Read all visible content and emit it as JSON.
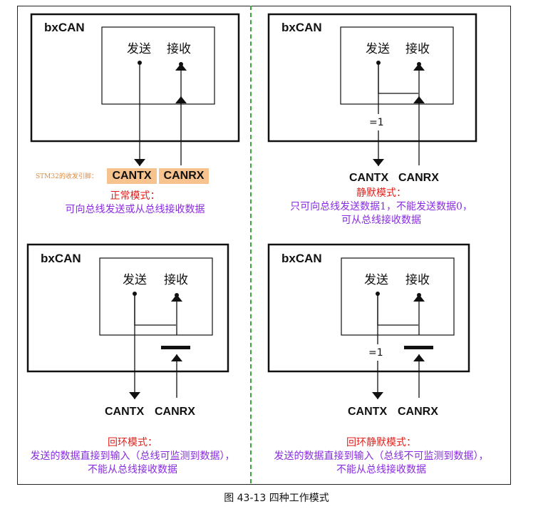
{
  "caption": "图 43-13 四种工作模式",
  "stm32_pins_label": "STM32的收发引脚：",
  "panels": [
    {
      "title": "bxCAN",
      "send": "发送",
      "receive": "接收",
      "pin_tx": "CANTX",
      "pin_rx": "CANRX",
      "mode_name": "正常模式：",
      "desc_lines": [
        "可向总线发送或从总线接收数据"
      ]
    },
    {
      "title": "bxCAN",
      "send": "发送",
      "receive": "接收",
      "logic": "=1",
      "pin_tx": "CANTX",
      "pin_rx": "CANRX",
      "mode_name": "静默模式：",
      "desc_lines": [
        "只可向总线发送数据1，不能发送数据0，",
        "可从总线接收数据"
      ]
    },
    {
      "title": "bxCAN",
      "send": "发送",
      "receive": "接收",
      "pin_tx": "CANTX",
      "pin_rx": "CANRX",
      "mode_name": "回环模式：",
      "desc_lines": [
        "发送的数据直接到输入（总线可监测到数据），",
        "不能从总线接收数据"
      ]
    },
    {
      "title": "bxCAN",
      "send": "发送",
      "receive": "接收",
      "logic": "=1",
      "pin_tx": "CANTX",
      "pin_rx": "CANRX",
      "mode_name": "回环静默模式：",
      "desc_lines": [
        "发送的数据直接到输入（总线不可监测到数据），",
        "不能从总线接收数据"
      ]
    }
  ],
  "colors": {
    "divider": "#3aa63a",
    "mode_name": "#e0201b",
    "description": "#8a2be2",
    "pin_highlight": "#f6c38e",
    "pin_label": "#e08a3c"
  }
}
